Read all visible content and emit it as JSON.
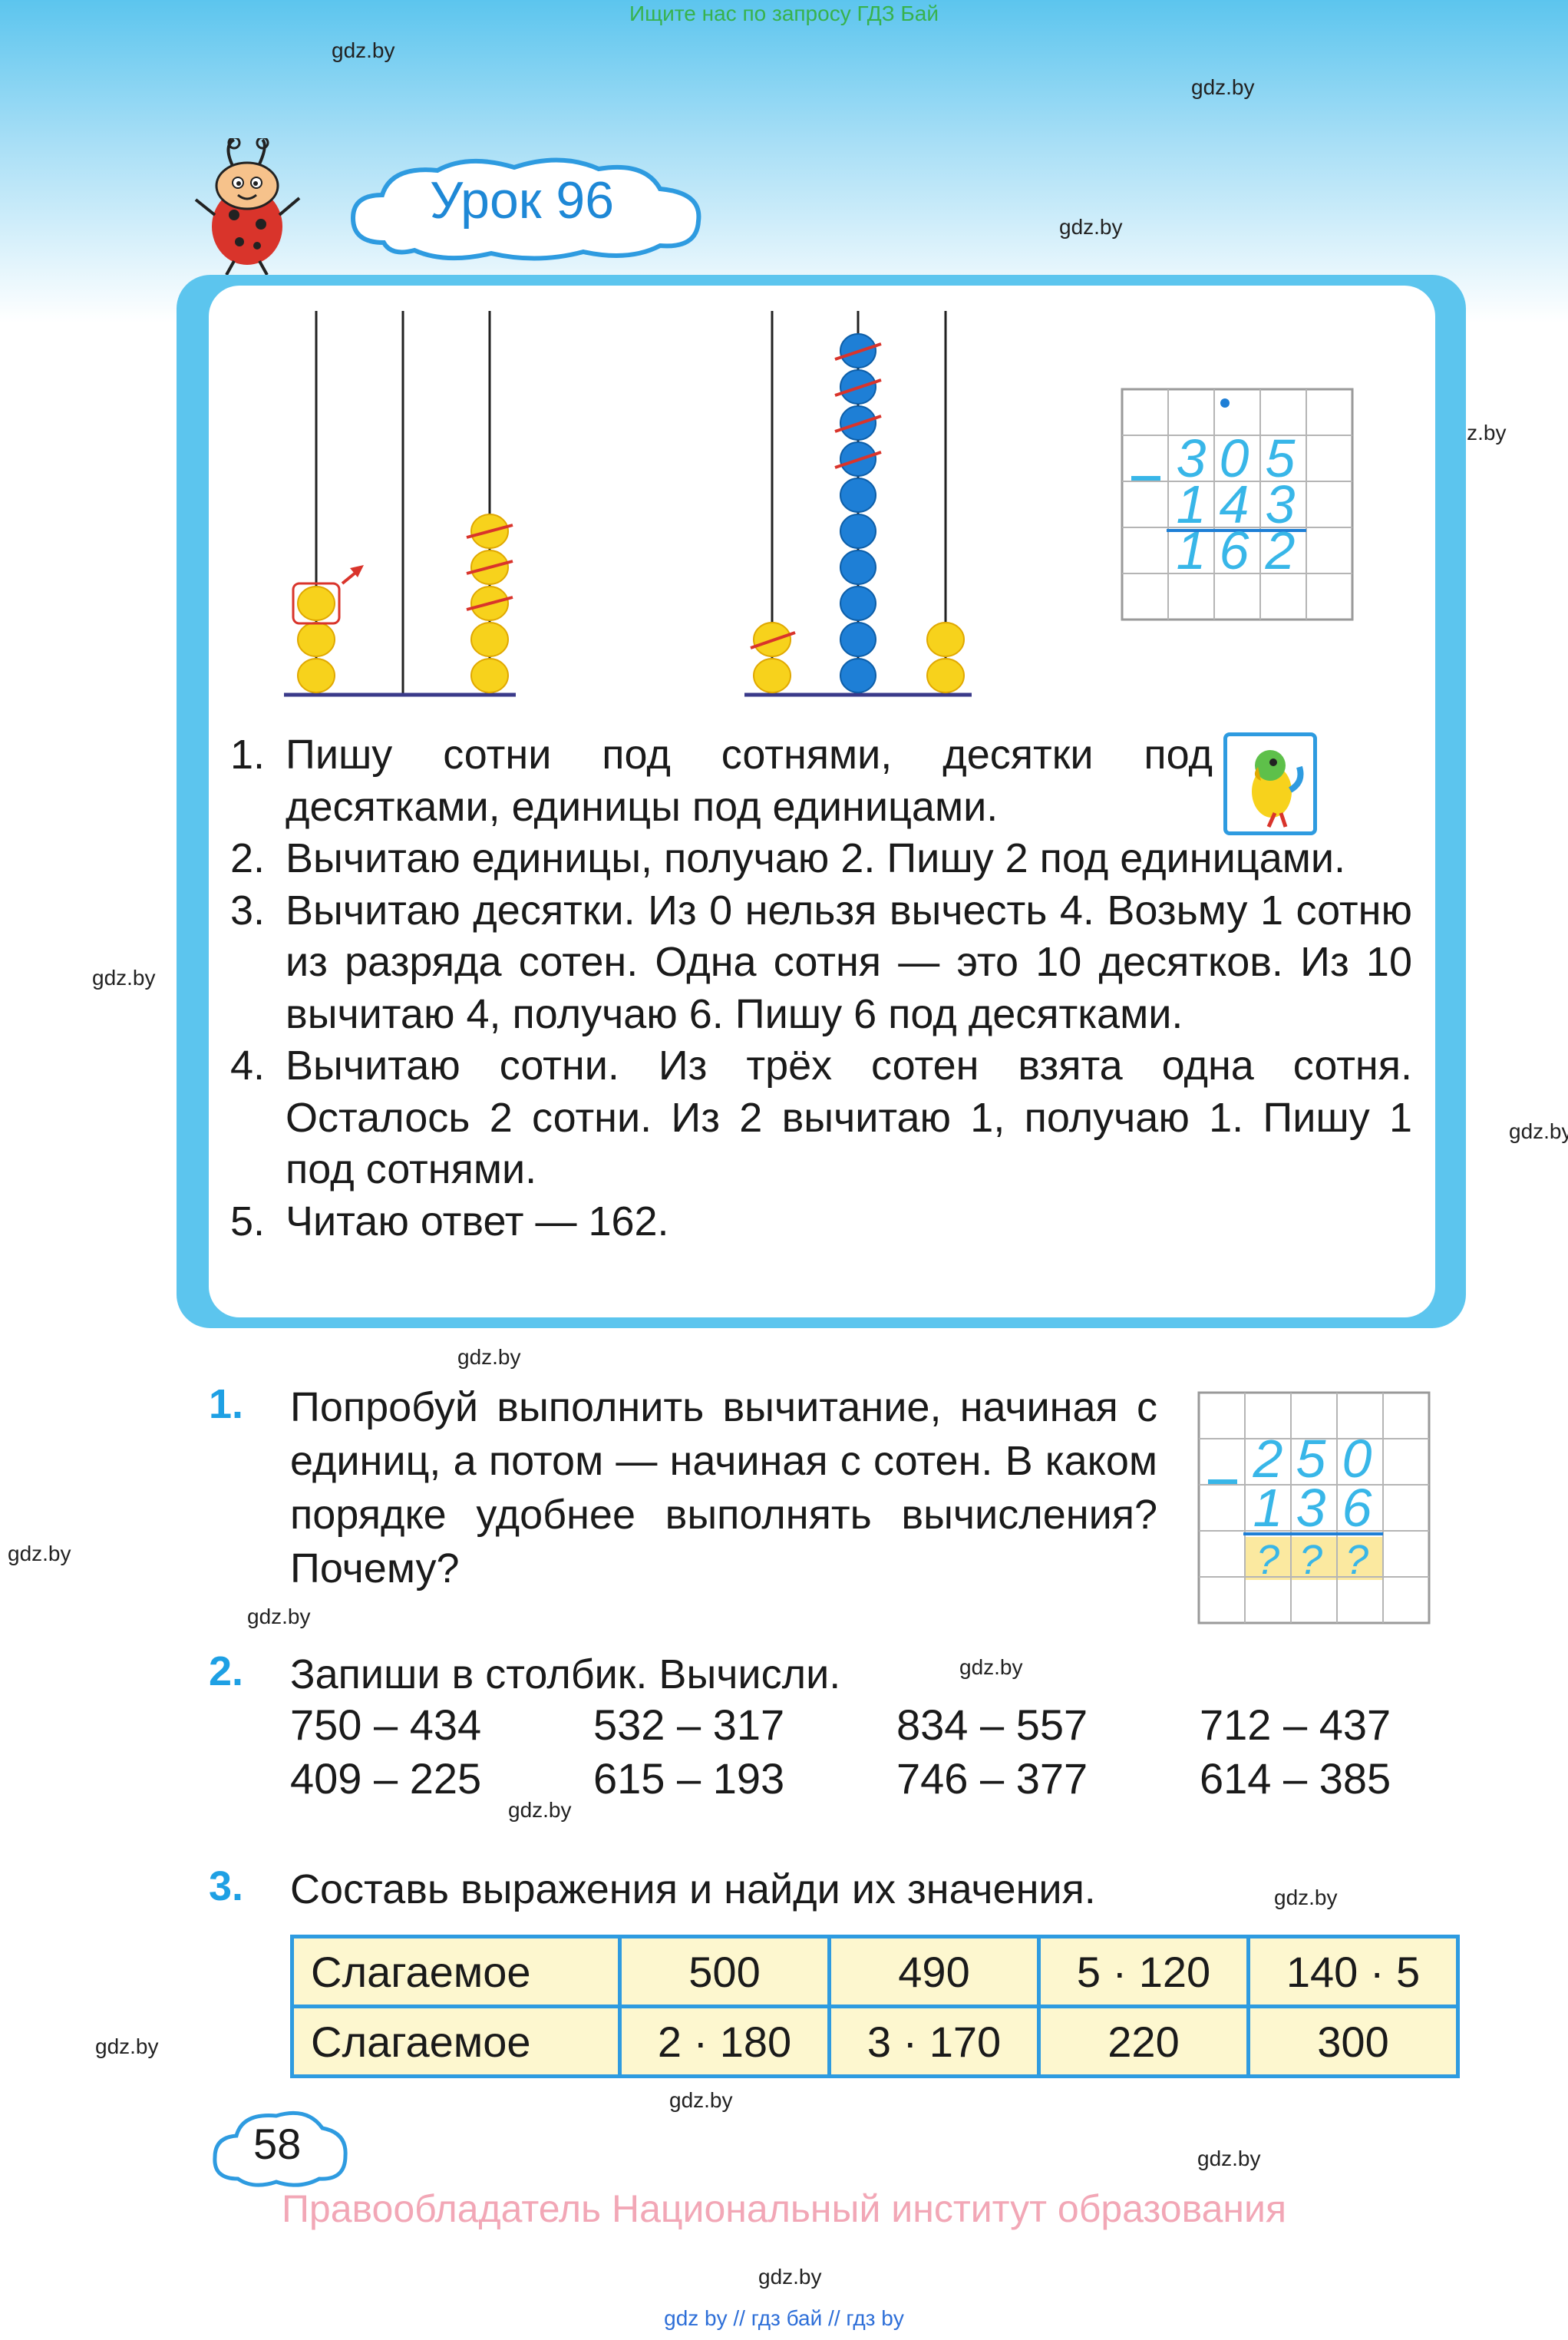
{
  "top_banner": "Ищите нас по запросу ГДЗ Бай",
  "watermark": "gdz.by",
  "lesson_title": "Урок 96",
  "example": {
    "minuend": "305",
    "subtrahend": "143",
    "result": "162",
    "operator": "–"
  },
  "steps": [
    {
      "num": "1.",
      "text": "Пишу сотни под сотнями, десятки под десятками, единицы под единицами."
    },
    {
      "num": "2.",
      "text": "Вычитаю единицы, получаю 2. Пишу 2 под единицами."
    },
    {
      "num": "3.",
      "text": "Вычитаю десятки. Из 0 нельзя вычесть 4. Возьму 1 сотню из разряда сотен. Одна сотня — это 10 десятков. Из 10 вычитаю 4, получаю 6. Пишу 6 под десятками."
    },
    {
      "num": "4.",
      "text": "Вычитаю сотни. Из трёх сотен взята одна сотня. Осталось 2 сотни. Из 2 вычитаю 1, получаю 1. Пишу 1 под сотнями."
    },
    {
      "num": "5.",
      "text": "Читаю ответ — 162."
    }
  ],
  "task1": {
    "num": "1.",
    "text": "Попробуй выполнить вычитание, начиная с единиц, а потом — начиная с сотен. В каком порядке удобнее выполнять вычисления? Почему?",
    "minuend": "250",
    "subtrahend": "136",
    "unknown": "???"
  },
  "task2": {
    "num": "2.",
    "text": "Запиши в столбик. Вычисли.",
    "expressions": [
      [
        "750 – 434",
        "532 – 317",
        "834 – 557",
        "712 – 437"
      ],
      [
        "409 – 225",
        "615 – 193",
        "746 – 377",
        "614 – 385"
      ]
    ]
  },
  "task3": {
    "num": "3.",
    "text": "Составь выражения и найди их значения.",
    "rows": [
      {
        "head": "Слагаемое",
        "values": [
          "500",
          "490",
          "5 · 120",
          "140 · 5"
        ]
      },
      {
        "head": "Слагаемое",
        "values": [
          "2 · 180",
          "3 · 170",
          "220",
          "300"
        ]
      }
    ]
  },
  "page_number": "58",
  "copyright": "Правообладатель Национальный институт образования",
  "footer_links": "gdz by  //  гдз бай  //  гдз by",
  "colors": {
    "accent_blue": "#1ea0e4",
    "panel_blue": "#5cc5ee",
    "bead_yellow": "#f7d21c",
    "bead_blue": "#1e7fd6",
    "digit_blue": "#38b6e8",
    "table_fill": "#fdf7cf"
  }
}
